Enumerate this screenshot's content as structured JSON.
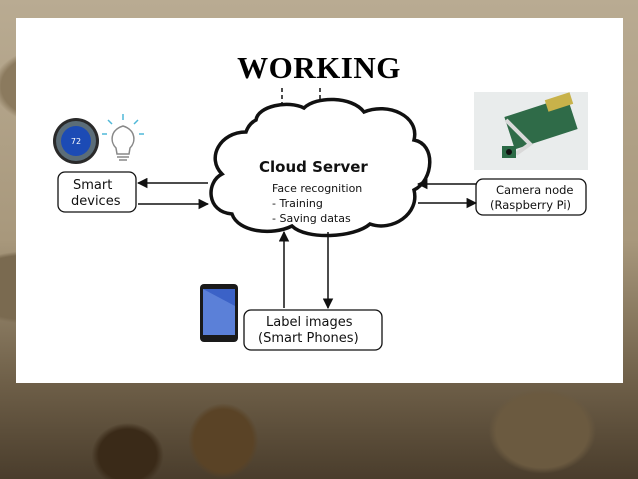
{
  "slide": {
    "title": "WORKING"
  },
  "diagram": {
    "cloud": {
      "title": "Cloud Server",
      "lines": [
        "Face recognition",
        "- Training",
        "- Saving datas"
      ]
    },
    "smart_devices": {
      "lines": [
        "Smart",
        "devices"
      ],
      "thermostat_reading": "72"
    },
    "camera_node": {
      "lines": [
        "Camera node",
        "(Raspberry Pi)"
      ]
    },
    "label_images": {
      "lines": [
        "Label images",
        "(Smart Phones)"
      ]
    },
    "icons": [
      "thermostat-icon",
      "light-bulb-icon",
      "raspberry-pi-camera-icon",
      "smartphone-icon"
    ]
  }
}
